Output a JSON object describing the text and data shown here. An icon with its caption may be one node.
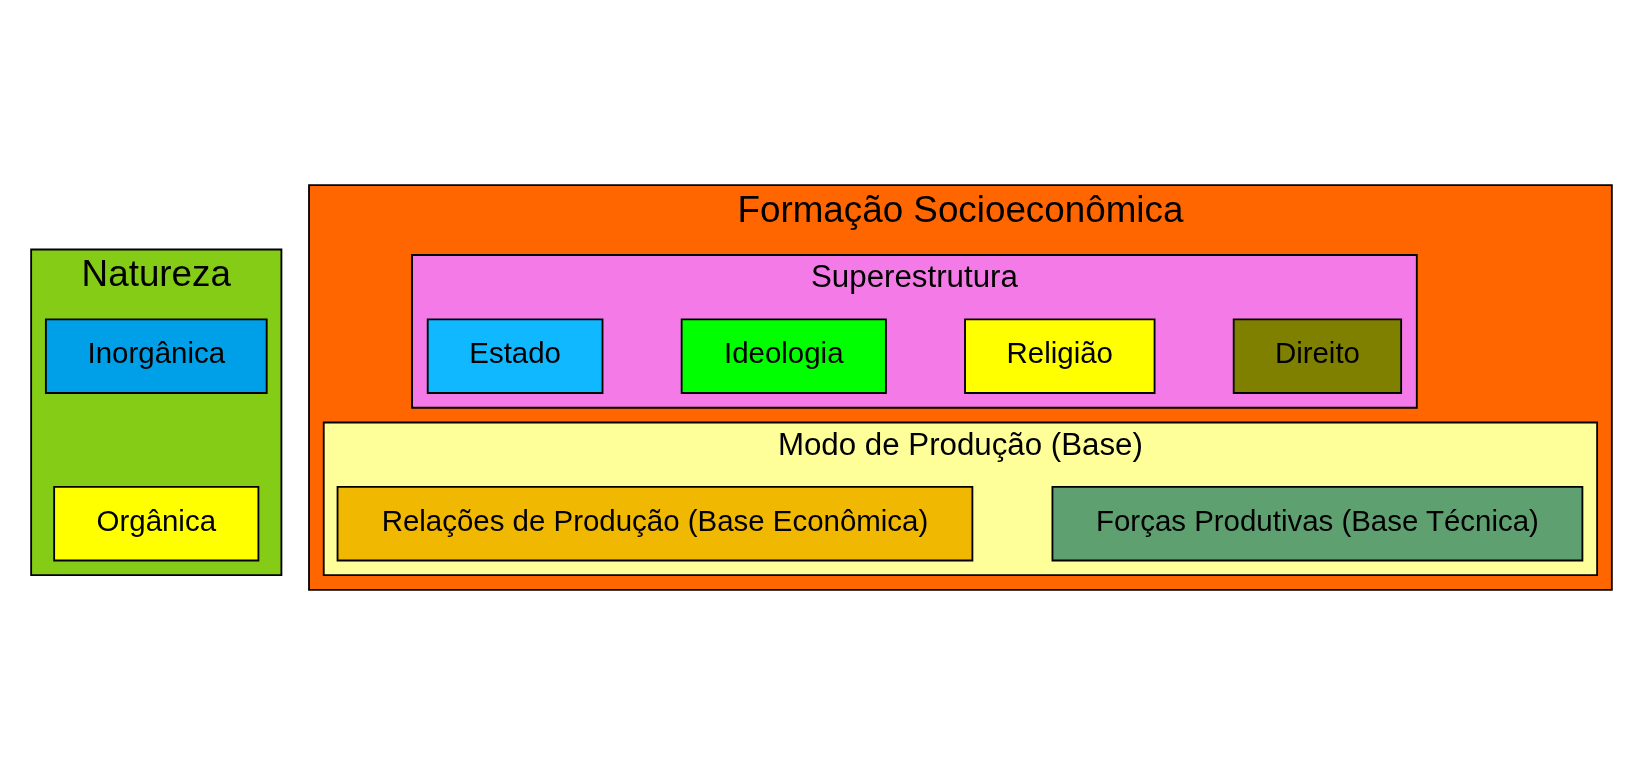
{
  "diagram": {
    "nodes": [
      {
        "text": [
          "Natureza"
        ]
      },
      {
        "text": [
          "Inorgânica"
        ],
        "in": 0
      },
      {
        "text": [
          "Orgânica"
        ],
        "in": 0
      },
      {
        "text": [
          "Formação Socioeconômica"
        ]
      },
      {
        "text": [
          "Superestrutura"
        ],
        "in": 3
      },
      {
        "text": [
          "Direito"
        ],
        "in": 4
      },
      {
        "text": [
          "Religião"
        ],
        "in": 4
      },
      {
        "text": [
          "Ideologia"
        ],
        "in": 4
      },
      {
        "text": [
          "Estado"
        ],
        "in": 4
      },
      {
        "text": [
          "Modo de Produção (Base)"
        ],
        "in": 3
      },
      {
        "text": [
          "Forças Produtivas (Base Técnica)"
        ],
        "in": 9
      },
      {
        "text": [
          "Relações de Produção (Base Econômica)"
        ],
        "in": 9
      }
    ]
  }
}
